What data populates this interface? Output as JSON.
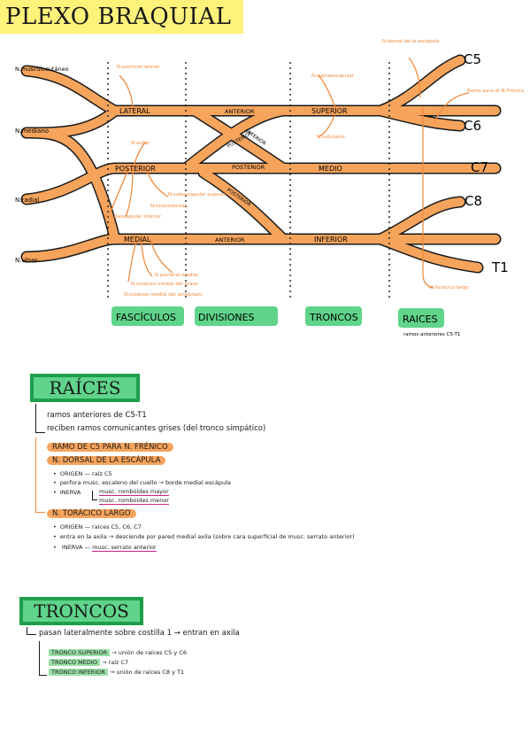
{
  "title": "PLEXO BRAQUIAL",
  "diagram": {
    "roots": [
      "C5",
      "C6",
      "C7",
      "C8",
      "T1"
    ],
    "branches_left": [
      "N.musculocutáneo",
      "N.mediano",
      "N.radial",
      "N.ulnar"
    ],
    "cords": [
      "LATERAL",
      "POSTERIOR",
      "MEDIAL"
    ],
    "divisions": [
      "ANTERIOR",
      "POSTERIOR",
      "ANTERIOR",
      "POSTERIOR",
      "ANTERIOR",
      "POSTERIOR"
    ],
    "trunks": [
      "SUPERIOR",
      "MEDIO",
      "INFERIOR"
    ],
    "orange_notes": {
      "pectoral_lateral": "N.pectoral lateral",
      "axilar": "N.axilar",
      "subescapular_sup": "N.subescapular superior",
      "toracodorsal": "N.toracodorsal",
      "subescapular_inf": "N.subescapular inferior",
      "pectoral_medial": "N.pectoral medial",
      "cutaneo_brazo": "N.cutáneo medial del brazo",
      "cutaneo_antebrazo": "N.cutáneo medial del antebrazo",
      "supraescapular": "N.supraescapular",
      "subclavio": "N.subclavio",
      "dorsal_escapula": "N.dorsal de la escápula",
      "ramo_frenico": "Ramo para el N.Frénico",
      "toracico_largo": "N.torácico largo"
    },
    "zone_labels": [
      "FASCÍCULOS",
      "DIVISIONES",
      "TRONCOS",
      "RAICES"
    ],
    "raices_note": "ramos anteriores C5-T1"
  },
  "raices": {
    "title": "RAÍCES",
    "lines": [
      "ramos anteriores de C5-T1",
      "reciben ramos comunicantes grises (del tronco simpático)"
    ],
    "ramo_frenico": "RAMO DE C5 PARA N. FRÉNICO",
    "dorsal_escapula": "N. DORSAL DE LA ESCÁPULA",
    "dorsal_items": [
      "ORIGEN — raíz C5",
      "perfora musc. escaleno del cuello → borde medial escápula"
    ],
    "inerva_label": "INERVA",
    "inerva_items": [
      "musc. romboides mayor",
      "musc. romboides menor"
    ],
    "toracico_largo": "N. TORÁCICO LARGO",
    "toracico_items": [
      "ORIGEN — raíces C5, C6, C7",
      "entra en la axila → desciende por pared medial axila (sobre cara superficial de musc. serrato anterior)"
    ],
    "toracico_inerva_label": "INERVA —",
    "toracico_inerva": "musc. serrato anterior"
  },
  "troncos": {
    "title": "TRONCOS",
    "intro": "pasan lateralmente sobre costilla 1 → entran en axila",
    "items": [
      {
        "label": "TRONCO SUPERIOR",
        "desc": "→ unión de raíces C5 y C6"
      },
      {
        "label": "TRONCO MEDIO",
        "desc": "→ raíz C7"
      },
      {
        "label": "TRONCO INFERIOR",
        "desc": "→ unión de raíces C8 y T1"
      }
    ]
  }
}
